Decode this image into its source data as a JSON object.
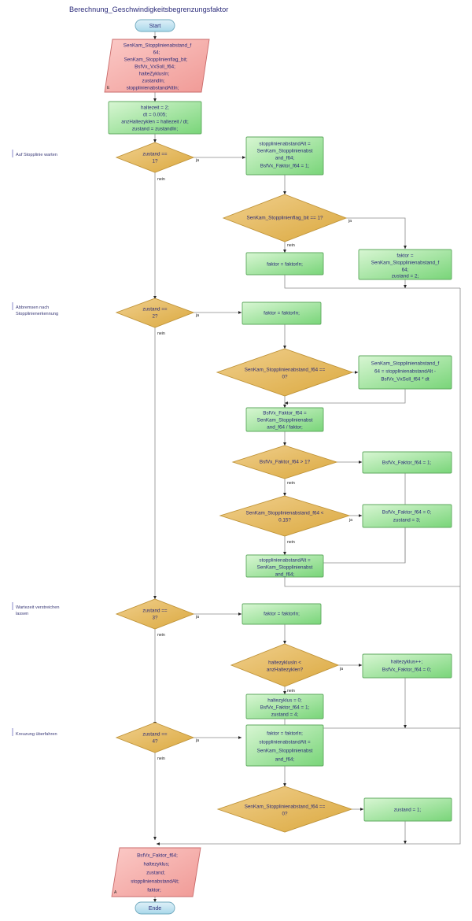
{
  "diagram": {
    "title": "Berechnung_Geschwindigkeitsbegrenzungsfaktor",
    "type": "flowchart",
    "language": "de",
    "edge_labels": {
      "yes": "ja",
      "no": "nein"
    },
    "colors": {
      "terminator_fill": "#bfe2f0",
      "terminator_stroke": "#6fa8bd",
      "io_fill": "#f4a0a0",
      "io_stroke": "#c96a6a",
      "process_fill": "#a6e8a6",
      "process_stroke": "#5fa95f",
      "decision_fill": "#e3b451",
      "decision_stroke": "#bf9338",
      "connector": "#8a8a8a",
      "text": "#2b2b7a",
      "title_text": "#2b2b7a",
      "phase_text": "#3a3a78"
    },
    "phases": [
      {
        "id": "phase1",
        "label": "Auf Stopplinie warten"
      },
      {
        "id": "phase2",
        "label": "Abbremsen nach\nStopplinienerkennung"
      },
      {
        "id": "phase3",
        "label": "Wartezeit verstreichen\nlassen"
      },
      {
        "id": "phase4",
        "label": "Kreuzung überfahren"
      }
    ],
    "nodes": [
      {
        "id": "start",
        "shape": "terminator",
        "label": "Start"
      },
      {
        "id": "inputs",
        "shape": "io",
        "marker": "E",
        "label": "SenKam_Stopplinienabstand_f64;\nSenKam_Stopplinienflag_bit;\nBsfVx_VxSoll_f64;\nhalteZyklusIn;\nzustandIn;\nstopplinienabstandAltIn;"
      },
      {
        "id": "init",
        "shape": "process",
        "label": "haltezeit = 2;\ndt = 0.005;\nanzHaltezyklen = haltezeit / dt;\nzustand = zustandIn;"
      },
      {
        "id": "d1",
        "shape": "decision",
        "label": "zustand ==\n1?"
      },
      {
        "id": "p1",
        "shape": "process",
        "label": "stopplinienabstandAlt =\nSenKam_Stopplinienabstand_f64;\nBsfVx_Faktor_f64 = 1;"
      },
      {
        "id": "d2",
        "shape": "decision",
        "label": "SenKam_Stopplinienflag_bit == 1?"
      },
      {
        "id": "p2",
        "shape": "process",
        "label": "faktor = faktorIn;"
      },
      {
        "id": "p3",
        "shape": "process",
        "label": "faktor =\nSenKam_Stopplinienabstand_f64;\nzustand = 2;"
      },
      {
        "id": "d3",
        "shape": "decision",
        "label": "zustand ==\n2?"
      },
      {
        "id": "p4",
        "shape": "process",
        "label": "faktor = faktorIn;"
      },
      {
        "id": "d4",
        "shape": "decision",
        "label": "SenKam_Stopplinienabstand_f64 ==\n0?"
      },
      {
        "id": "p5",
        "shape": "process",
        "label": "SenKam_Stopplinienabstand_f64 = stopplinienabstandAlt - BsfVx_VxSoll_f64 * dt"
      },
      {
        "id": "p6",
        "shape": "process",
        "label": "BsfVx_Faktor_f64 =\nSenKam_Stopplinienabstand_f64 / faktor;"
      },
      {
        "id": "d5",
        "shape": "decision",
        "label": "BsfVx_Faktor_f64 > 1?"
      },
      {
        "id": "p7",
        "shape": "process",
        "label": "BsfVx_Faktor_f64 = 1;"
      },
      {
        "id": "d6",
        "shape": "decision",
        "label": "SenKam_Stopplinienabstand_f64 <\n0.15?"
      },
      {
        "id": "p8",
        "shape": "process",
        "label": "BsfVx_Faktor_f64 = 0;\nzustand = 3;"
      },
      {
        "id": "p9",
        "shape": "process",
        "label": "stopplinienabstandAlt =\nSenKam_Stopplinienabstand_f64;"
      },
      {
        "id": "d7",
        "shape": "decision",
        "label": "zustand ==\n3?"
      },
      {
        "id": "p10",
        "shape": "process",
        "label": "faktor = faktorIn;"
      },
      {
        "id": "d8",
        "shape": "decision",
        "label": "haltezyklusIn <\nanzHaltezyklen?"
      },
      {
        "id": "p11",
        "shape": "process",
        "label": "haltezyklus++;\nBsfVx_Faktor_f64 = 0;"
      },
      {
        "id": "p12",
        "shape": "process",
        "label": "haltezyklus = 0;\nBsfVx_Faktor_f64 = 1;\nzustand = 4;"
      },
      {
        "id": "d9",
        "shape": "decision",
        "label": "zustand ==\n4?"
      },
      {
        "id": "p13",
        "shape": "process",
        "label": "faktor = faktorIn;\nstopplinienabstandAlt =\nSenKam_Stopplinienabstand_f64;"
      },
      {
        "id": "d10",
        "shape": "decision",
        "label": "SenKam_Stopplinienabstand_f64 ==\n0?"
      },
      {
        "id": "p14",
        "shape": "process",
        "label": "zustand = 1;"
      },
      {
        "id": "outputs",
        "shape": "io",
        "marker": "A",
        "label": "BsfVx_Faktor_f64;\nhaltezyklus;\nzustand;\nstopplinienabstandAlt;\nfaktor;"
      },
      {
        "id": "end",
        "shape": "terminator",
        "label": "Ende"
      }
    ],
    "edges": [
      {
        "from": "start",
        "to": "inputs",
        "label": ""
      },
      {
        "from": "inputs",
        "to": "init",
        "label": ""
      },
      {
        "from": "init",
        "to": "d1",
        "label": ""
      },
      {
        "from": "d1",
        "to": "p1",
        "label": "ja"
      },
      {
        "from": "d1",
        "to": "d3",
        "label": "nein"
      },
      {
        "from": "p1",
        "to": "d2",
        "label": ""
      },
      {
        "from": "d2",
        "to": "p3",
        "label": "ja"
      },
      {
        "from": "d2",
        "to": "p2",
        "label": "nein"
      },
      {
        "from": "p2",
        "to": "outputs",
        "label": ""
      },
      {
        "from": "p3",
        "to": "outputs",
        "label": ""
      },
      {
        "from": "d3",
        "to": "p4",
        "label": "ja"
      },
      {
        "from": "d3",
        "to": "d7",
        "label": "nein"
      },
      {
        "from": "p4",
        "to": "d4",
        "label": ""
      },
      {
        "from": "d4",
        "to": "p5",
        "label": ""
      },
      {
        "from": "d4",
        "to": "p6",
        "label": ""
      },
      {
        "from": "p5",
        "to": "p6",
        "label": ""
      },
      {
        "from": "p6",
        "to": "d5",
        "label": ""
      },
      {
        "from": "d5",
        "to": "p7",
        "label": "ja"
      },
      {
        "from": "d5",
        "to": "d6",
        "label": "nein"
      },
      {
        "from": "p7",
        "to": "p9",
        "label": ""
      },
      {
        "from": "d6",
        "to": "p8",
        "label": "ja"
      },
      {
        "from": "d6",
        "to": "p9",
        "label": "nein"
      },
      {
        "from": "p8",
        "to": "p9",
        "label": ""
      },
      {
        "from": "p9",
        "to": "outputs",
        "label": ""
      },
      {
        "from": "d7",
        "to": "p10",
        "label": "ja"
      },
      {
        "from": "d7",
        "to": "d9",
        "label": "nein"
      },
      {
        "from": "p10",
        "to": "d8",
        "label": ""
      },
      {
        "from": "d8",
        "to": "p11",
        "label": "ja"
      },
      {
        "from": "d8",
        "to": "p12",
        "label": "nein"
      },
      {
        "from": "p11",
        "to": "outputs",
        "label": ""
      },
      {
        "from": "p12",
        "to": "outputs",
        "label": ""
      },
      {
        "from": "d9",
        "to": "p13",
        "label": "ja"
      },
      {
        "from": "d9",
        "to": "outputs",
        "label": "nein"
      },
      {
        "from": "p13",
        "to": "d10",
        "label": ""
      },
      {
        "from": "d10",
        "to": "p14",
        "label": ""
      },
      {
        "from": "p14",
        "to": "outputs",
        "label": ""
      },
      {
        "from": "outputs",
        "to": "end",
        "label": ""
      }
    ]
  },
  "text": {
    "title": "Berechnung_Geschwindigkeitsbegrenzungsfaktor",
    "start": "Start",
    "end": "Ende",
    "ja": "ja",
    "nein": "nein",
    "phase1": "Auf Stopplinie warten",
    "phase2a": "Abbremsen nach",
    "phase2b": "Stopplinienerkennung",
    "phase3a": "Wartezeit verstreichen",
    "phase3b": "lassen",
    "phase4": "Kreuzung überfahren",
    "marker_e": "E",
    "marker_a": "A",
    "in1": "SenKam_Stopplinienabstand_f",
    "in2": "64;",
    "in3": "SenKam_Stopplinienflag_bit;",
    "in4": "BsfVx_VxSoll_f64;",
    "in5": "halteZyklusIn;",
    "in6": "zustandIn;",
    "in7": "stopplinienabstandAltIn;",
    "init1": "haltezeit = 2;",
    "init2": "dt = 0.005;",
    "init3": "anzHaltezyklen = haltezeit / dt;",
    "init4": "zustand = zustandIn;",
    "d1a": "zustand ==",
    "d1b": "1?",
    "p1a": "stopplinienabstandAlt =",
    "p1b": "SenKam_Stopplinienabst",
    "p1c": "and_f64;",
    "p1d": "BsfVx_Faktor_f64 = 1;",
    "d2a": "SenKam_Stopplinienflag_bit == 1?",
    "p2a": "faktor = faktorIn;",
    "p3a": "faktor =",
    "p3b": "SenKam_Stopplinienabstand_f",
    "p3c": "64;",
    "p3d": "zustand = 2;",
    "d3a": "zustand ==",
    "d3b": "2?",
    "p4a": "faktor = faktorIn;",
    "d4a": "SenKam_Stopplinienabstand_f64 ==",
    "d4b": "0?",
    "p5a": "SenKam_Stopplinienabstand_f",
    "p5b": "64 = stopplinienabstandAlt -",
    "p5c": "BsfVx_VxSoll_f64 * dt",
    "p6a": "BsfVx_Faktor_f64 =",
    "p6b": "SenKam_Stopplinienabst",
    "p6c": "and_f64 / faktor;",
    "d5a": "BsfVx_Faktor_f64 > 1?",
    "p7a": "BsfVx_Faktor_f64 = 1;",
    "d6a": "SenKam_Stopplinienabstand_f64 <",
    "d6b": "0.15?",
    "p8a": "BsfVx_Faktor_f64 = 0;",
    "p8b": "zustand = 3;",
    "p9a": "stopplinienabstandAlt =",
    "p9b": "SenKam_Stopplinienabst",
    "p9c": "and_f64;",
    "d7a": "zustand ==",
    "d7b": "3?",
    "p10a": "faktor = faktorIn;",
    "d8a": "haltezyklusIn <",
    "d8b": "anzHaltezyklen?",
    "p11a": "haltezyklus++;",
    "p11b": "BsfVx_Faktor_f64 = 0;",
    "p12a": "haltezyklus = 0;",
    "p12b": "BsfVx_Faktor_f64 = 1;",
    "p12c": "zustand = 4;",
    "d9a": "zustand ==",
    "d9b": "4?",
    "p13a": "faktor = faktorIn;",
    "p13b": "stopplinienabstandAlt =",
    "p13c": "SenKam_Stopplinienabst",
    "p13d": "and_f64;",
    "d10a": "SenKam_Stopplinienabstand_f64 ==",
    "d10b": "0?",
    "p14a": "zustand = 1;",
    "out1": "BsfVx_Faktor_f64;",
    "out2": "haltezyklus;",
    "out3": "zustand;",
    "out4": "stopplinienabstandAlt;",
    "out5": "faktor;"
  }
}
